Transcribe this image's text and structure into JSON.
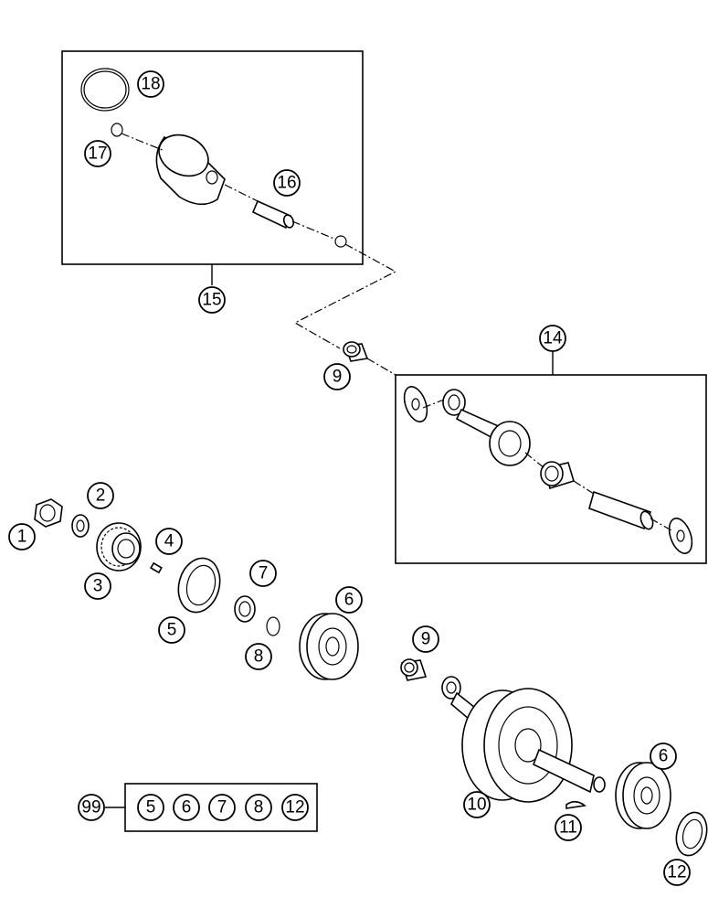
{
  "callouts": {
    "c1": "1",
    "c2": "2",
    "c3": "3",
    "c4": "4",
    "c5": "5",
    "c6a": "6",
    "c6b": "6",
    "c7": "7",
    "c8": "8",
    "c9a": "9",
    "c9b": "9",
    "c10": "10",
    "c11": "11",
    "c12": "12",
    "c14": "14",
    "c15": "15",
    "c16": "16",
    "c17": "17",
    "c18": "18",
    "c99": "99"
  },
  "kit": {
    "label": "99",
    "items": [
      "5",
      "6",
      "7",
      "8",
      "12"
    ]
  }
}
